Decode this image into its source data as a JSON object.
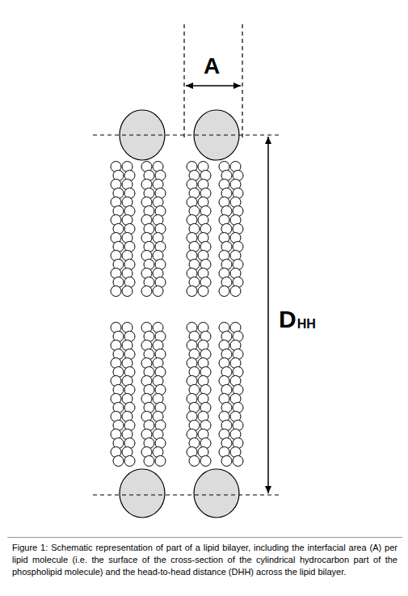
{
  "diagram": {
    "caption": "Figure 1: Schematic representation of part of a lipid bilayer, including the interfacial area (A) per lipid molecule (i.e. the surface of the cross-section of the cylindrical hydrocarbon part of the phospholipid molecule) and the head-to-head distance (DHH) across the lipid bilayer.",
    "labels": [
      "A",
      "D",
      "HH"
    ]
  }
}
